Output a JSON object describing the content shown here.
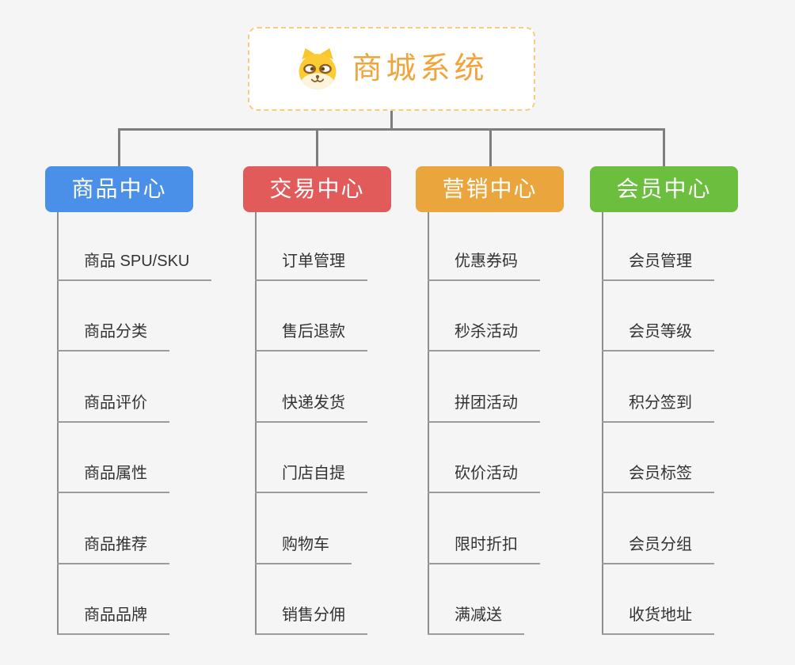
{
  "canvas": {
    "background": "#F5F5F5"
  },
  "root": {
    "title": "商城系统",
    "icon": "shiba-dog-icon",
    "text_color": "#F1A43B",
    "border_color": "#F7CC82"
  },
  "branch_text_color": "#FFFFFF",
  "leaf_text_color": "#333333",
  "lines": {
    "connector_color": "#7E7E7E",
    "trunk_color": "#8E8E8E",
    "underline_color": "#9C9C9C"
  },
  "branches": [
    {
      "label": "商品中心",
      "color": "#4A90E8",
      "items": [
        "商品 SPU/SKU",
        "商品分类",
        "商品评价",
        "商品属性",
        "商品推荐",
        "商品品牌"
      ]
    },
    {
      "label": "交易中心",
      "color": "#E25B5B",
      "items": [
        "订单管理",
        "售后退款",
        "快递发货",
        "门店自提",
        "购物车",
        "销售分佣"
      ]
    },
    {
      "label": "营销中心",
      "color": "#EAA63C",
      "items": [
        "优惠券码",
        "秒杀活动",
        "拼团活动",
        "砍价活动",
        "限时折扣",
        "满减送"
      ]
    },
    {
      "label": "会员中心",
      "color": "#6CBE3E",
      "items": [
        "会员管理",
        "会员等级",
        "积分签到",
        "会员标签",
        "会员分组",
        "收货地址"
      ]
    }
  ]
}
